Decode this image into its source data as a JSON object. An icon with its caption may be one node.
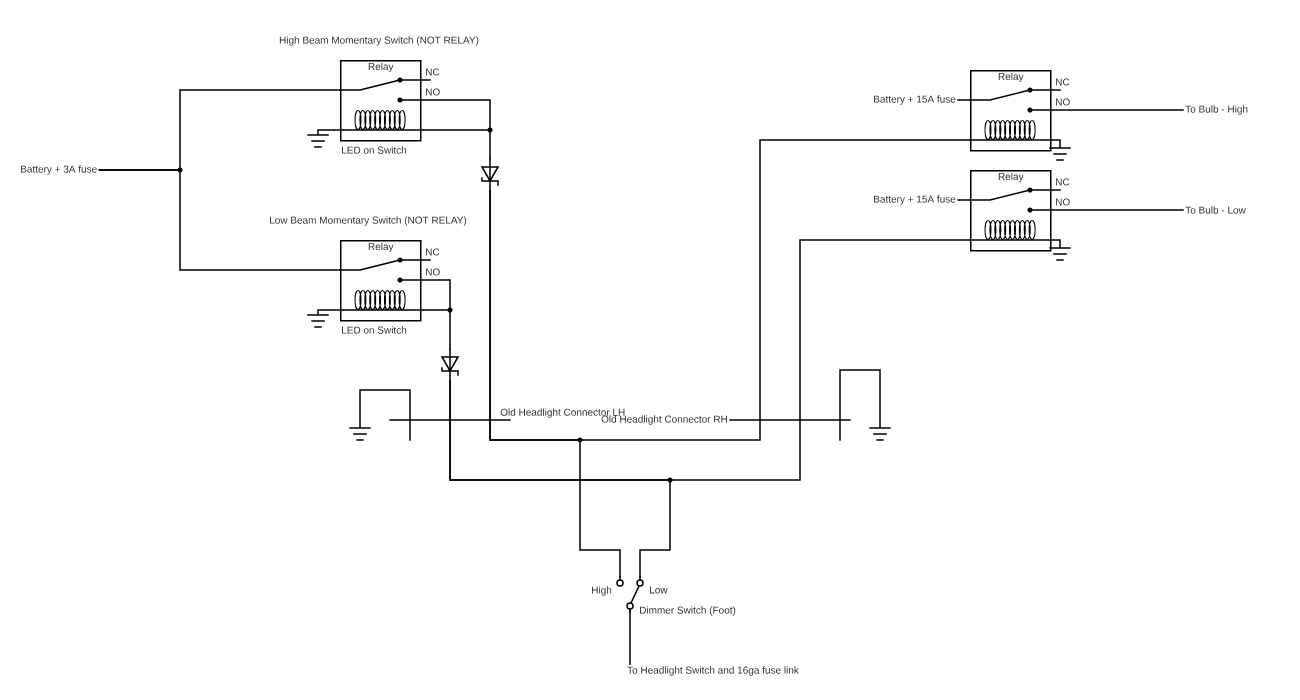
{
  "diagram": {
    "nodes": [
      {
        "text": [
          "High Beam Momentary Switch (NOT RELAY)",
          "Relay"
        ],
        "beside": [
          "NC",
          "NO",
          "LED on Switch"
        ]
      },
      {
        "text": [
          "Low Beam Momentary Switch (NOT RELAY)",
          "Relay"
        ],
        "beside": [
          "NC",
          "NO",
          "LED on Switch"
        ]
      },
      {
        "text": [
          "Relay"
        ],
        "beside": [
          "NC",
          "NO"
        ]
      },
      {
        "text": [
          "Relay"
        ],
        "beside": [
          "NC",
          "NO"
        ]
      },
      {
        "text": [
          "Battery + 3A fuse"
        ]
      },
      {
        "text": [
          "Battery + 15A fuse"
        ]
      },
      {
        "text": [
          "Battery + 15A fuse"
        ]
      },
      {
        "text": [
          "To Bulb - High"
        ]
      },
      {
        "text": [
          "To Bulb - Low"
        ]
      },
      {
        "text": [
          "Old Headlight Connector LH"
        ]
      },
      {
        "text": [
          "Old Headlight Connector RH"
        ]
      },
      {
        "text": [],
        "shape": "switch",
        "beside": [
          "High",
          "Low",
          "Dimmer Switch (Foot)"
        ]
      },
      {
        "text": [
          "To Headlight Switch and 16ga fuse link"
        ]
      },
      {
        "text": [],
        "shape": "diode"
      },
      {
        "text": [],
        "shape": "diode"
      },
      {
        "text": [],
        "shape": "connector"
      },
      {
        "text": [],
        "shape": "connector"
      }
    ],
    "edges": [
      {
        "from": 4,
        "to": 0,
        "arrow": "none"
      },
      {
        "from": 4,
        "to": 1,
        "arrow": "none"
      },
      {
        "from": 0,
        "to": 13,
        "arrow": "none"
      },
      {
        "from": 13,
        "to": 2,
        "arrow": "none"
      },
      {
        "from": 1,
        "to": 14,
        "arrow": "none"
      },
      {
        "from": 14,
        "to": 3,
        "arrow": "none"
      },
      {
        "from": 13,
        "to": 11,
        "arrow": "none"
      },
      {
        "from": 14,
        "to": 11,
        "arrow": "none"
      },
      {
        "from": 12,
        "to": 11,
        "arrow": "none"
      },
      {
        "from": 5,
        "to": 2,
        "arrow": "none"
      },
      {
        "from": 6,
        "to": 3,
        "arrow": "none"
      },
      {
        "from": 2,
        "to": 7,
        "arrow": "none"
      },
      {
        "from": 3,
        "to": 8,
        "arrow": "none"
      },
      {
        "from": 9,
        "to": 15,
        "arrow": "none"
      },
      {
        "from": 10,
        "to": 16,
        "arrow": "none"
      }
    ]
  }
}
